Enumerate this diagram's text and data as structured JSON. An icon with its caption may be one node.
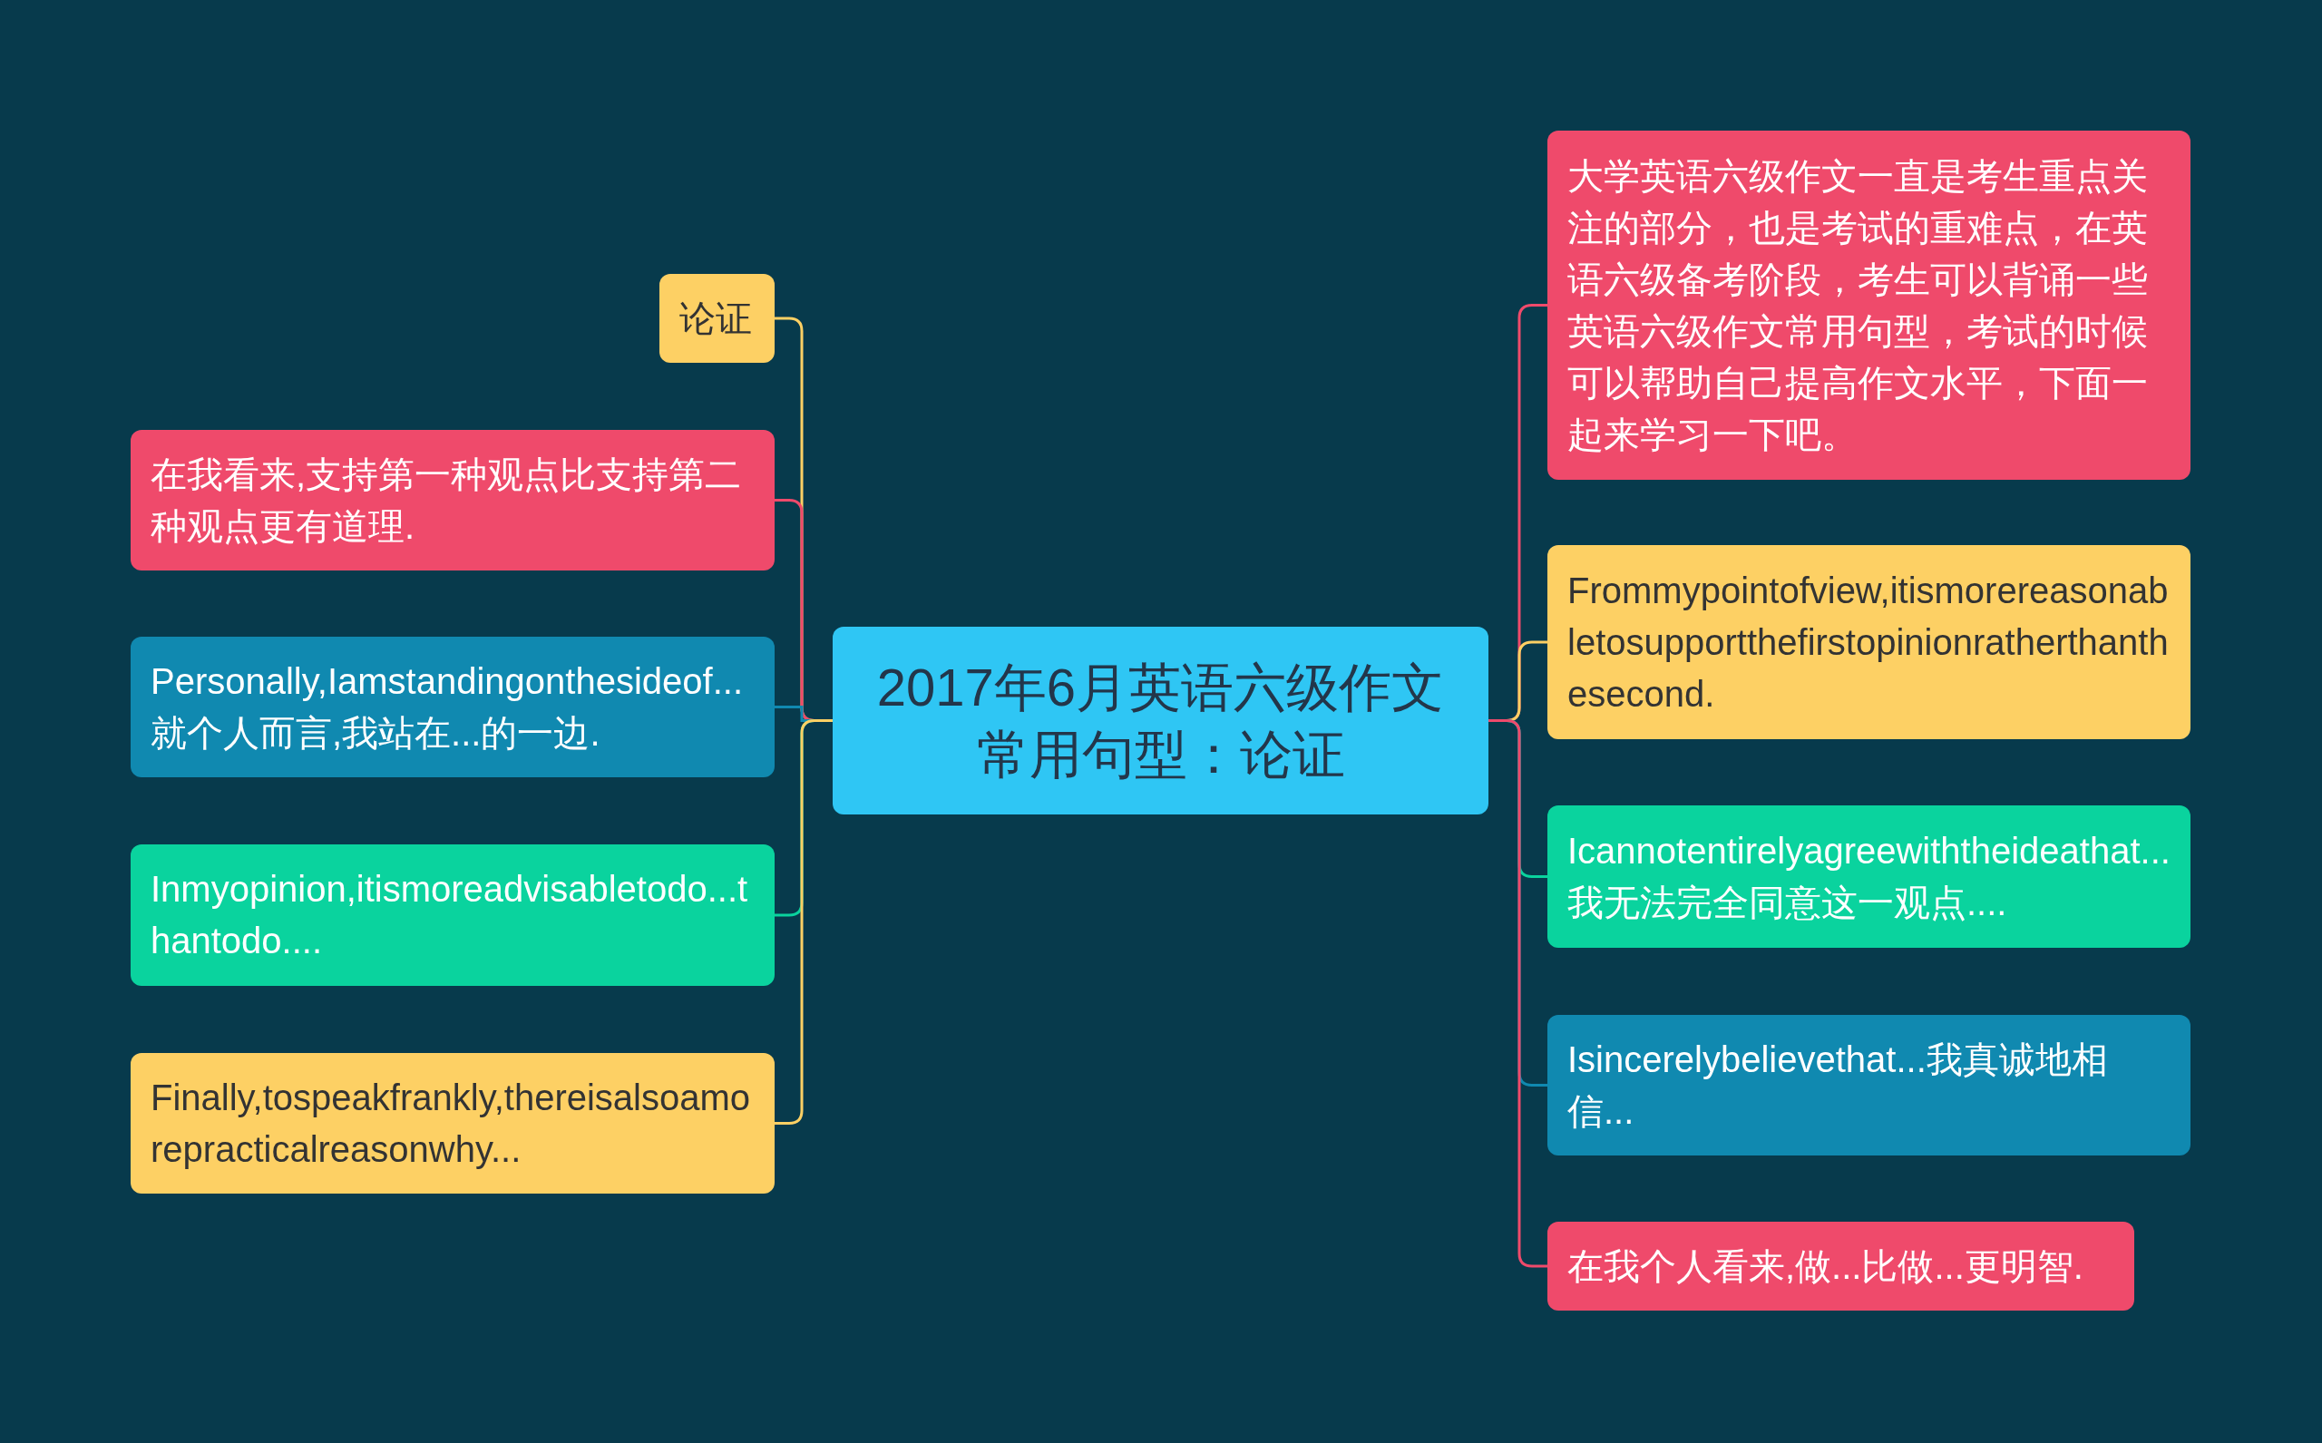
{
  "diagram": {
    "nodes": [
      {
        "text": [
          "2017年6月英语六级作文常用句型：论证"
        ]
      },
      {
        "text": [
          "论证"
        ]
      },
      {
        "text": [
          "在我看来,支持第一种观点比支持第二种观点更有道理."
        ]
      },
      {
        "text": [
          "Personally,Iamstandingonthesideof...就个人而言,我站在...的一边."
        ]
      },
      {
        "text": [
          "Inmyopinion,itismoreadvisabletodo...thantodo...."
        ]
      },
      {
        "text": [
          "Finally,tospeakfrankly,thereisalsoamorepracticalreasonwhy..."
        ]
      },
      {
        "text": [
          "大学英语六级作文一直是考生重点关注的部分，也是考试的重难点，在英语六级备考阶段，考生可以背诵一些英语六级作文常用句型，考试的时候可以帮助自己提高作文水平，下面一起来学习一下吧。"
        ]
      },
      {
        "text": [
          "Frommypointofview,itismorereasonabletosupportthefirstopinionratherthanthesecond."
        ]
      },
      {
        "text": [
          "Icannotentirelyagreewiththeideathat...我无法完全同意这一观点...."
        ]
      },
      {
        "text": [
          "Isincerelybelievethat...我真诚地相信..."
        ]
      },
      {
        "text": [
          "在我个人看来,做...比做...更明智."
        ]
      }
    ],
    "edges": [
      {
        "from": 0,
        "to": 1,
        "arrow": "none",
        "color": "#fdd064"
      },
      {
        "from": 0,
        "to": 2,
        "arrow": "none",
        "color": "#ef4a6b"
      },
      {
        "from": 0,
        "to": 3,
        "arrow": "none",
        "color": "#1089b0"
      },
      {
        "from": 0,
        "to": 4,
        "arrow": "none",
        "color": "#0ad39e"
      },
      {
        "from": 0,
        "to": 5,
        "arrow": "none",
        "color": "#fdd064"
      },
      {
        "from": 0,
        "to": 6,
        "arrow": "none",
        "color": "#ef4a6b"
      },
      {
        "from": 0,
        "to": 7,
        "arrow": "none",
        "color": "#fdd064"
      },
      {
        "from": 0,
        "to": 8,
        "arrow": "none",
        "color": "#0ad39e"
      },
      {
        "from": 0,
        "to": 9,
        "arrow": "none",
        "color": "#1089b0"
      },
      {
        "from": 0,
        "to": 10,
        "arrow": "none",
        "color": "#ef4a6b"
      }
    ]
  }
}
